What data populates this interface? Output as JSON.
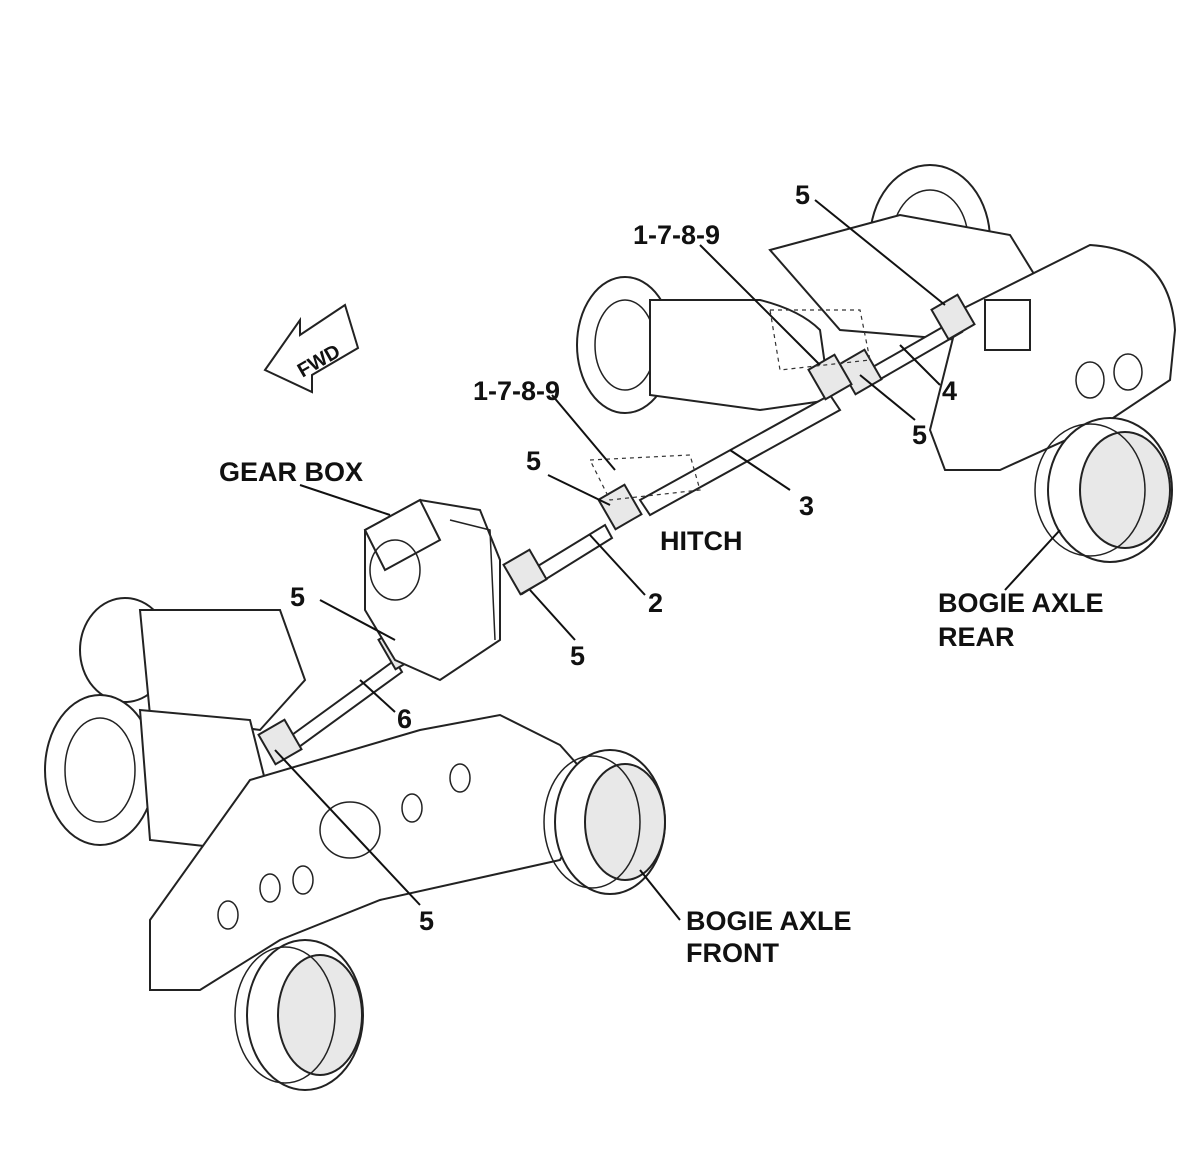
{
  "labels": {
    "fwd": "FWD",
    "gear_box": "GEAR BOX",
    "hitch": "HITCH",
    "bogie_rear_line1": "BOGIE AXLE",
    "bogie_rear_line2": "REAR",
    "bogie_front_line1": "BOGIE AXLE",
    "bogie_front_line2": "FRONT",
    "callout_1789_top": "1-7-8-9",
    "callout_1789_mid": "1-7-8-9",
    "callout_5_top": "5",
    "callout_5_rear_lower": "5",
    "callout_5_hitch": "5",
    "callout_5_gear_right": "5",
    "callout_5_gear_left": "5",
    "callout_5_bottom": "5",
    "callout_2": "2",
    "callout_3": "3",
    "callout_4": "4",
    "callout_6": "6"
  }
}
